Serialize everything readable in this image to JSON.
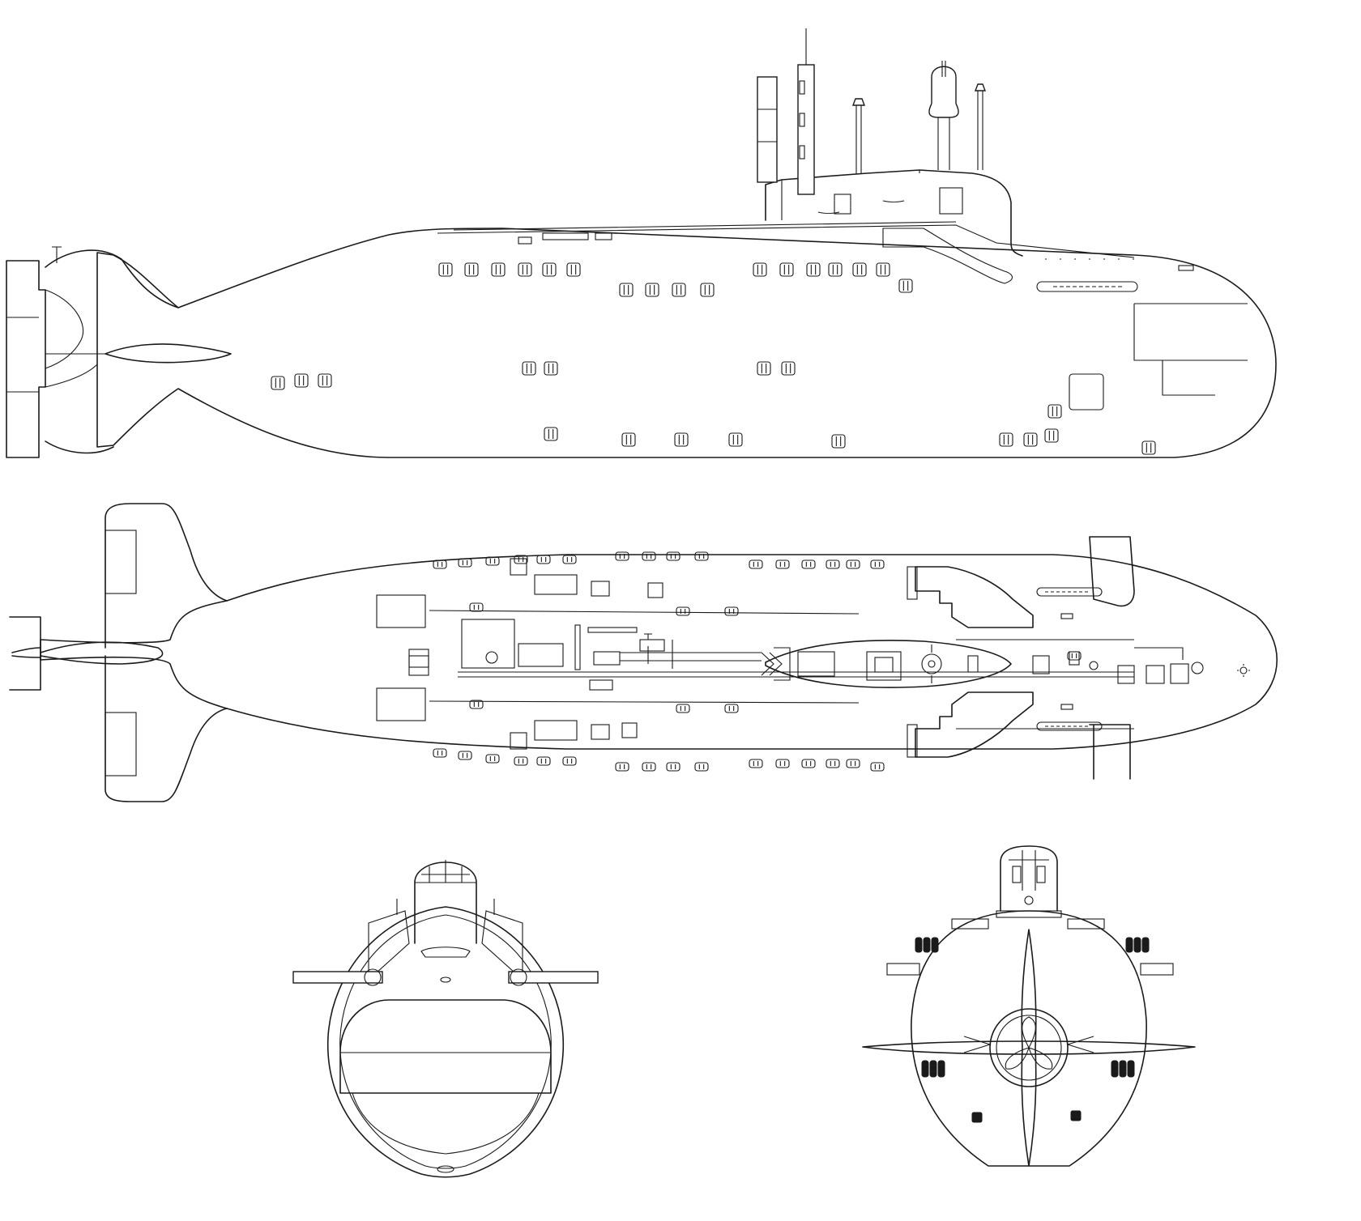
{
  "drawing": {
    "colors": {
      "ink": "#1a1a1a",
      "paper": "#ffffff"
    },
    "views": [
      {
        "id": "side-profile"
      },
      {
        "id": "top-plan"
      },
      {
        "id": "bow-front"
      },
      {
        "id": "stern-rear"
      }
    ]
  }
}
